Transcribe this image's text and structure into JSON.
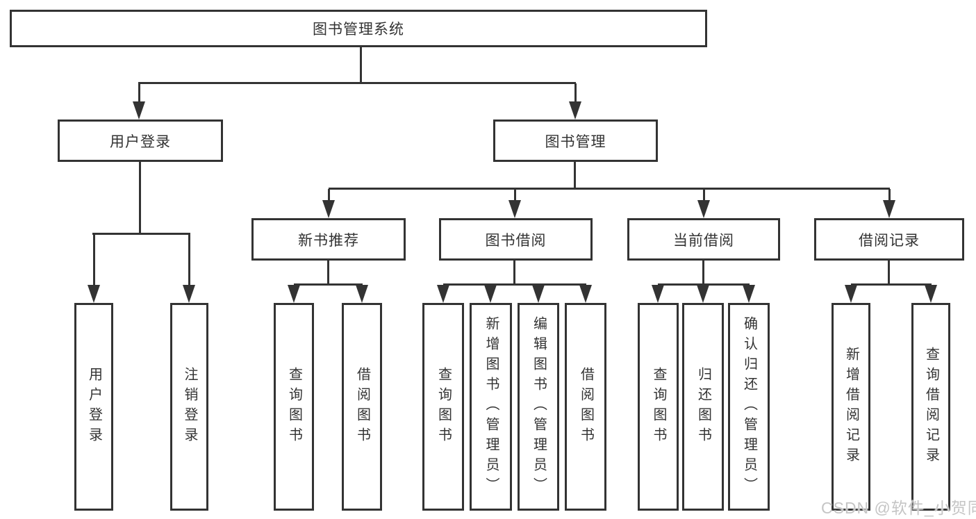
{
  "diagram": {
    "type": "hierarchy-tree",
    "root": {
      "label": "图书管理系统",
      "children": [
        {
          "label": "用户登录",
          "children": [
            {
              "label": "用户登录"
            },
            {
              "label": "注销登录"
            }
          ]
        },
        {
          "label": "图书管理",
          "children": [
            {
              "label": "新书推荐",
              "children": [
                {
                  "label": "查询图书"
                },
                {
                  "label": "借阅图书"
                }
              ]
            },
            {
              "label": "图书借阅",
              "children": [
                {
                  "label": "查询图书"
                },
                {
                  "label": "新增图书（管理员）"
                },
                {
                  "label": "编辑图书（管理员）"
                },
                {
                  "label": "借阅图书"
                }
              ]
            },
            {
              "label": "当前借阅",
              "children": [
                {
                  "label": "查询图书"
                },
                {
                  "label": "归还图书"
                },
                {
                  "label": "确认归还（管理员）"
                }
              ]
            },
            {
              "label": "借阅记录",
              "children": [
                {
                  "label": "新增借阅记录"
                },
                {
                  "label": "查询借阅记录"
                }
              ]
            }
          ]
        }
      ]
    }
  },
  "watermark": {
    "text": "CSDN @软件_小贺同学"
  },
  "colors": {
    "line": "#333333",
    "box_border": "#333333",
    "text": "#333333",
    "background": "#ffffff",
    "watermark": "#c5c5c5"
  }
}
